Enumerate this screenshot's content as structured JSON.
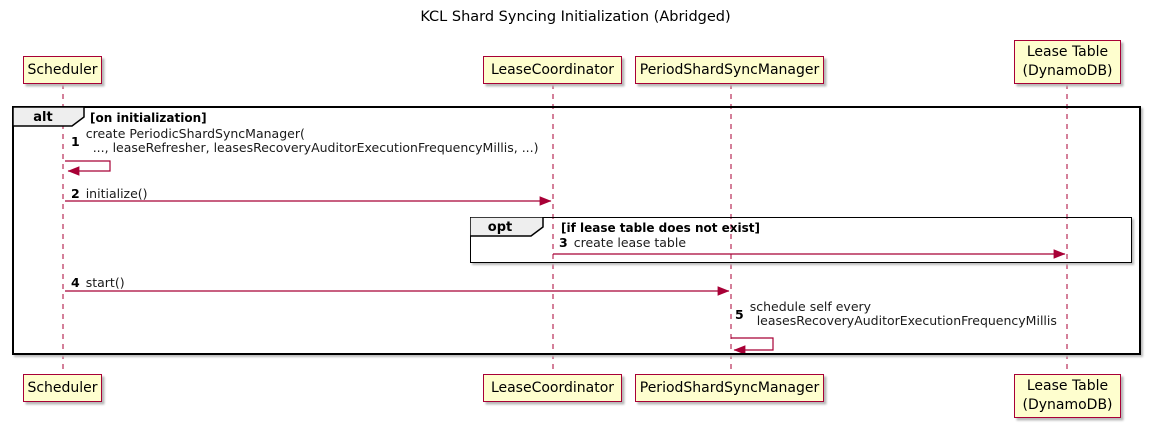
{
  "title": "KCL Shard Syncing Initialization (Abridged)",
  "participants": {
    "scheduler": {
      "label": "Scheduler"
    },
    "lease_coordinator": {
      "label": "LeaseCoordinator"
    },
    "period_shard_sync_manager": {
      "label": "PeriodShardSyncManager"
    },
    "lease_table": {
      "label": "Lease Table\n(DynamoDB)"
    }
  },
  "frames": {
    "alt": {
      "operator": "alt",
      "guard": "[on initialization]"
    },
    "opt": {
      "operator": "opt",
      "guard": "[if lease table does not exist]"
    }
  },
  "messages": [
    {
      "num": "1",
      "line1": "create PeriodicShardSyncManager(",
      "line2": "..., leaseRefresher, leasesRecoveryAuditorExecutionFrequencyMillis, ...)"
    },
    {
      "num": "2",
      "text": "initialize()"
    },
    {
      "num": "3",
      "text": "create lease table"
    },
    {
      "num": "4",
      "text": "start()"
    },
    {
      "num": "5",
      "line1": "schedule self every",
      "line2": "leasesRecoveryAuditorExecutionFrequencyMillis"
    }
  ],
  "colors": {
    "participant_fill": "#FEFECE",
    "participant_border": "#A80036",
    "arrow": "#A80036",
    "lifeline": "#A80036",
    "frame_border": "#000000",
    "frame_header_fill": "#EEEEEE"
  }
}
